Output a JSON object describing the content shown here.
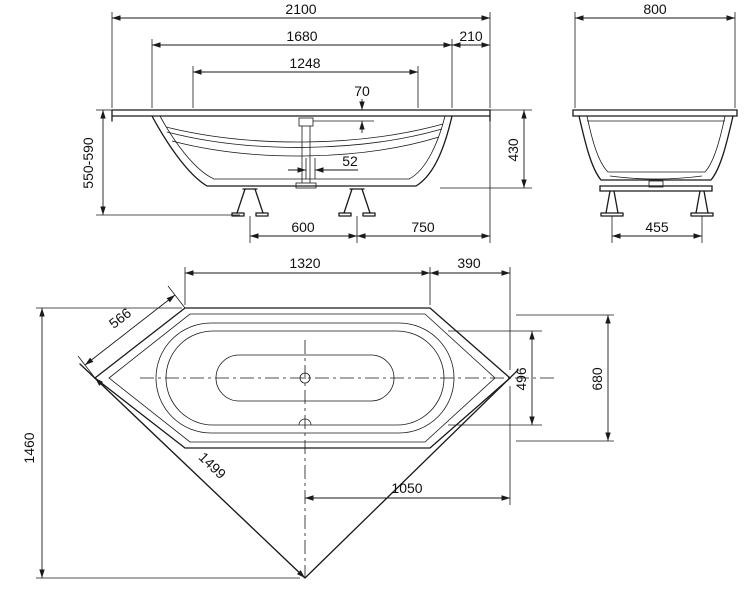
{
  "colors": {
    "ink": "#1a1a1a",
    "paper": "#ffffff"
  },
  "views": {
    "front_elevation": {
      "dims": {
        "overall_length": "2100",
        "rim_inner_length": "1680",
        "rim_end_offset": "210",
        "bottom_length": "1248",
        "overflow_drop": "70",
        "drain_offset": "52",
        "overall_height": "550-590",
        "tub_depth": "430",
        "feet_spacing": "600",
        "feet_to_end": "750"
      }
    },
    "side_elevation": {
      "dims": {
        "overall_width": "800",
        "feet_spacing": "455"
      }
    },
    "plan_view": {
      "dims": {
        "rim_straight_length": "1320",
        "corner_run": "390",
        "corner_edge_length": "566",
        "wall_height": "1460",
        "wall_diagonal": "1499",
        "inner_width": "496",
        "outer_width": "680",
        "corner_to_tip": "1050"
      }
    }
  }
}
